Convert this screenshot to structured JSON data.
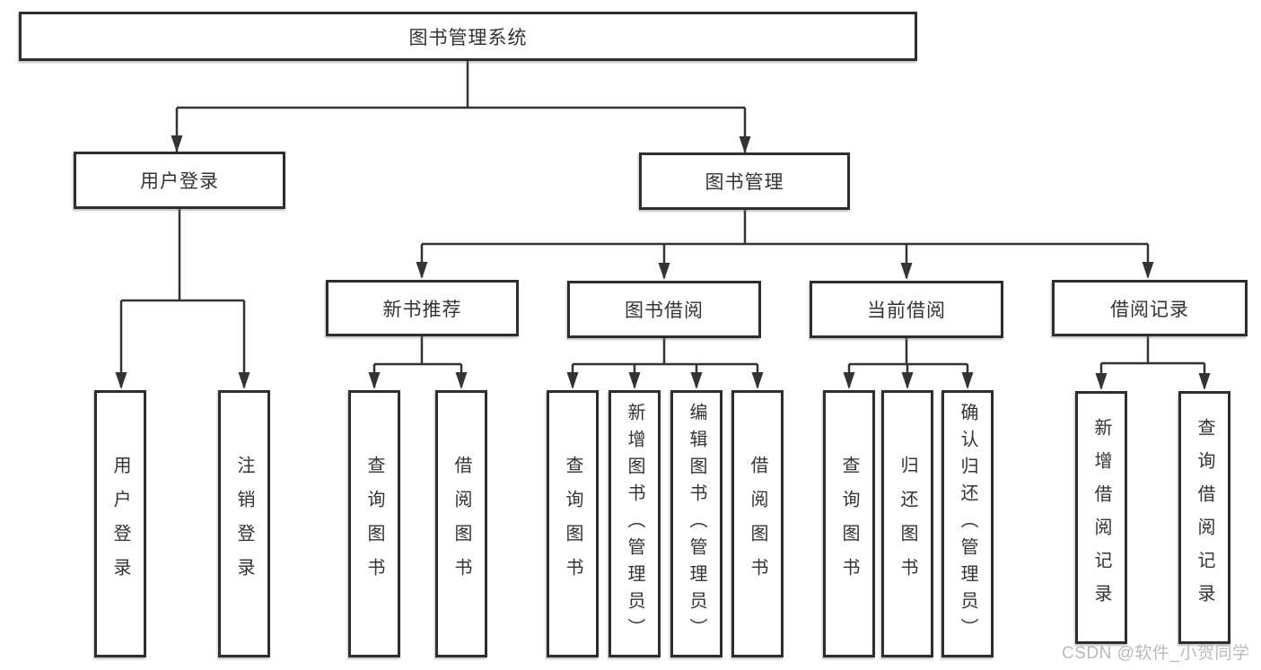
{
  "diagram_title": "图书管理系统",
  "watermark": "CSDN @软件_小贺同学",
  "colors": {
    "line": "#333333",
    "box_border": "#2e2e2e",
    "text": "#333333",
    "watermark": "#b9b9b9",
    "background": "#ffffff"
  },
  "tree": {
    "root": {
      "label": "图书管理系统"
    },
    "branches": [
      {
        "label": "用户登录",
        "children": [
          {
            "label": "用户登录"
          },
          {
            "label": "注销登录"
          }
        ]
      },
      {
        "label": "图书管理",
        "children": [
          {
            "label": "新书推荐",
            "children": [
              {
                "label": "查询图书"
              },
              {
                "label": "借阅图书"
              }
            ]
          },
          {
            "label": "图书借阅",
            "children": [
              {
                "label": "查询图书"
              },
              {
                "label": "新增图书（管理员）"
              },
              {
                "label": "编辑图书（管理员）"
              },
              {
                "label": "借阅图书"
              }
            ]
          },
          {
            "label": "当前借阅",
            "children": [
              {
                "label": "查询图书"
              },
              {
                "label": "归还图书"
              },
              {
                "label": "确认归还（管理员）"
              }
            ]
          },
          {
            "label": "借阅记录",
            "children": [
              {
                "label": "新增借阅记录"
              },
              {
                "label": "查询借阅记录"
              }
            ]
          }
        ]
      }
    ]
  }
}
